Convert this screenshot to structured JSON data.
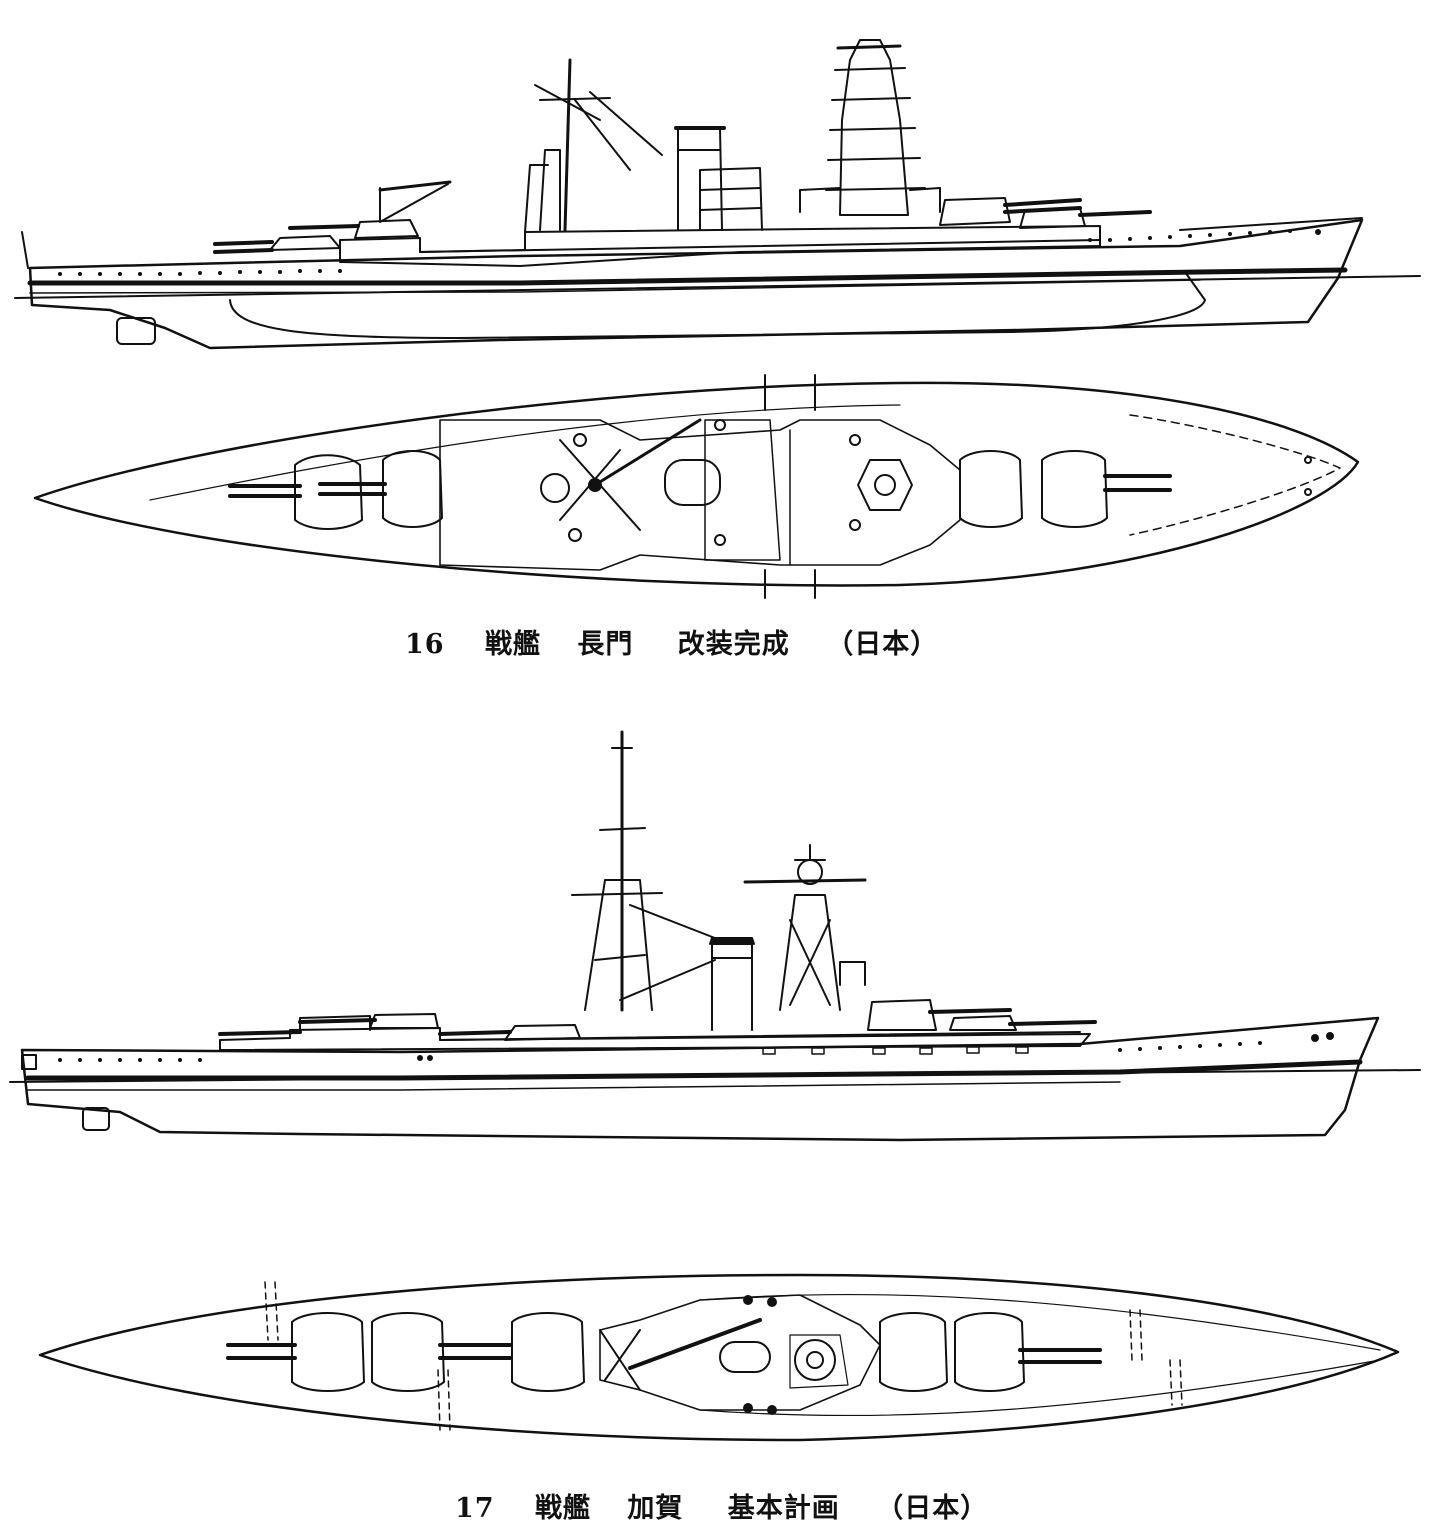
{
  "plates": [
    {
      "number": "16",
      "ship_type": "戦艦",
      "ship_name": "長門",
      "state": "改装完成",
      "country": "（日本）"
    },
    {
      "number": "17",
      "ship_type": "戦艦",
      "ship_name": "加賀",
      "state": "基本計画",
      "country": "（日本）"
    }
  ],
  "colors": {
    "ink": "#111111",
    "paper": "#ffffff"
  }
}
